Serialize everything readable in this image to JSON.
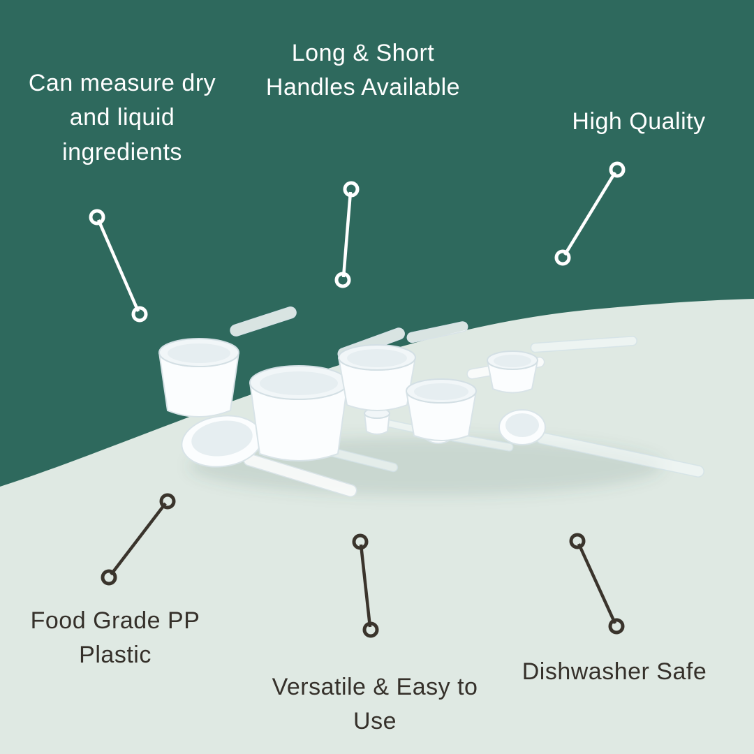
{
  "colors": {
    "teal_bg": "#2e695d",
    "light_bg": "#dfe9e3",
    "light_text": "#ffffff",
    "dark_text": "#35302a",
    "dark_line": "#3a342c"
  },
  "callouts": [
    {
      "id": "measure",
      "label": "Can measure dry and liquid ingredients"
    },
    {
      "id": "handles",
      "label": "Long & Short Handles Available"
    },
    {
      "id": "quality",
      "label": "High Quality"
    },
    {
      "id": "material",
      "label": "Food Grade PP Plastic"
    },
    {
      "id": "versatile",
      "label": "Versatile & Easy to Use"
    },
    {
      "id": "dishwasher",
      "label": "Dishwasher Safe"
    }
  ],
  "product": {
    "description": "White food-grade plastic measuring scoops and spoons in assorted sizes"
  }
}
